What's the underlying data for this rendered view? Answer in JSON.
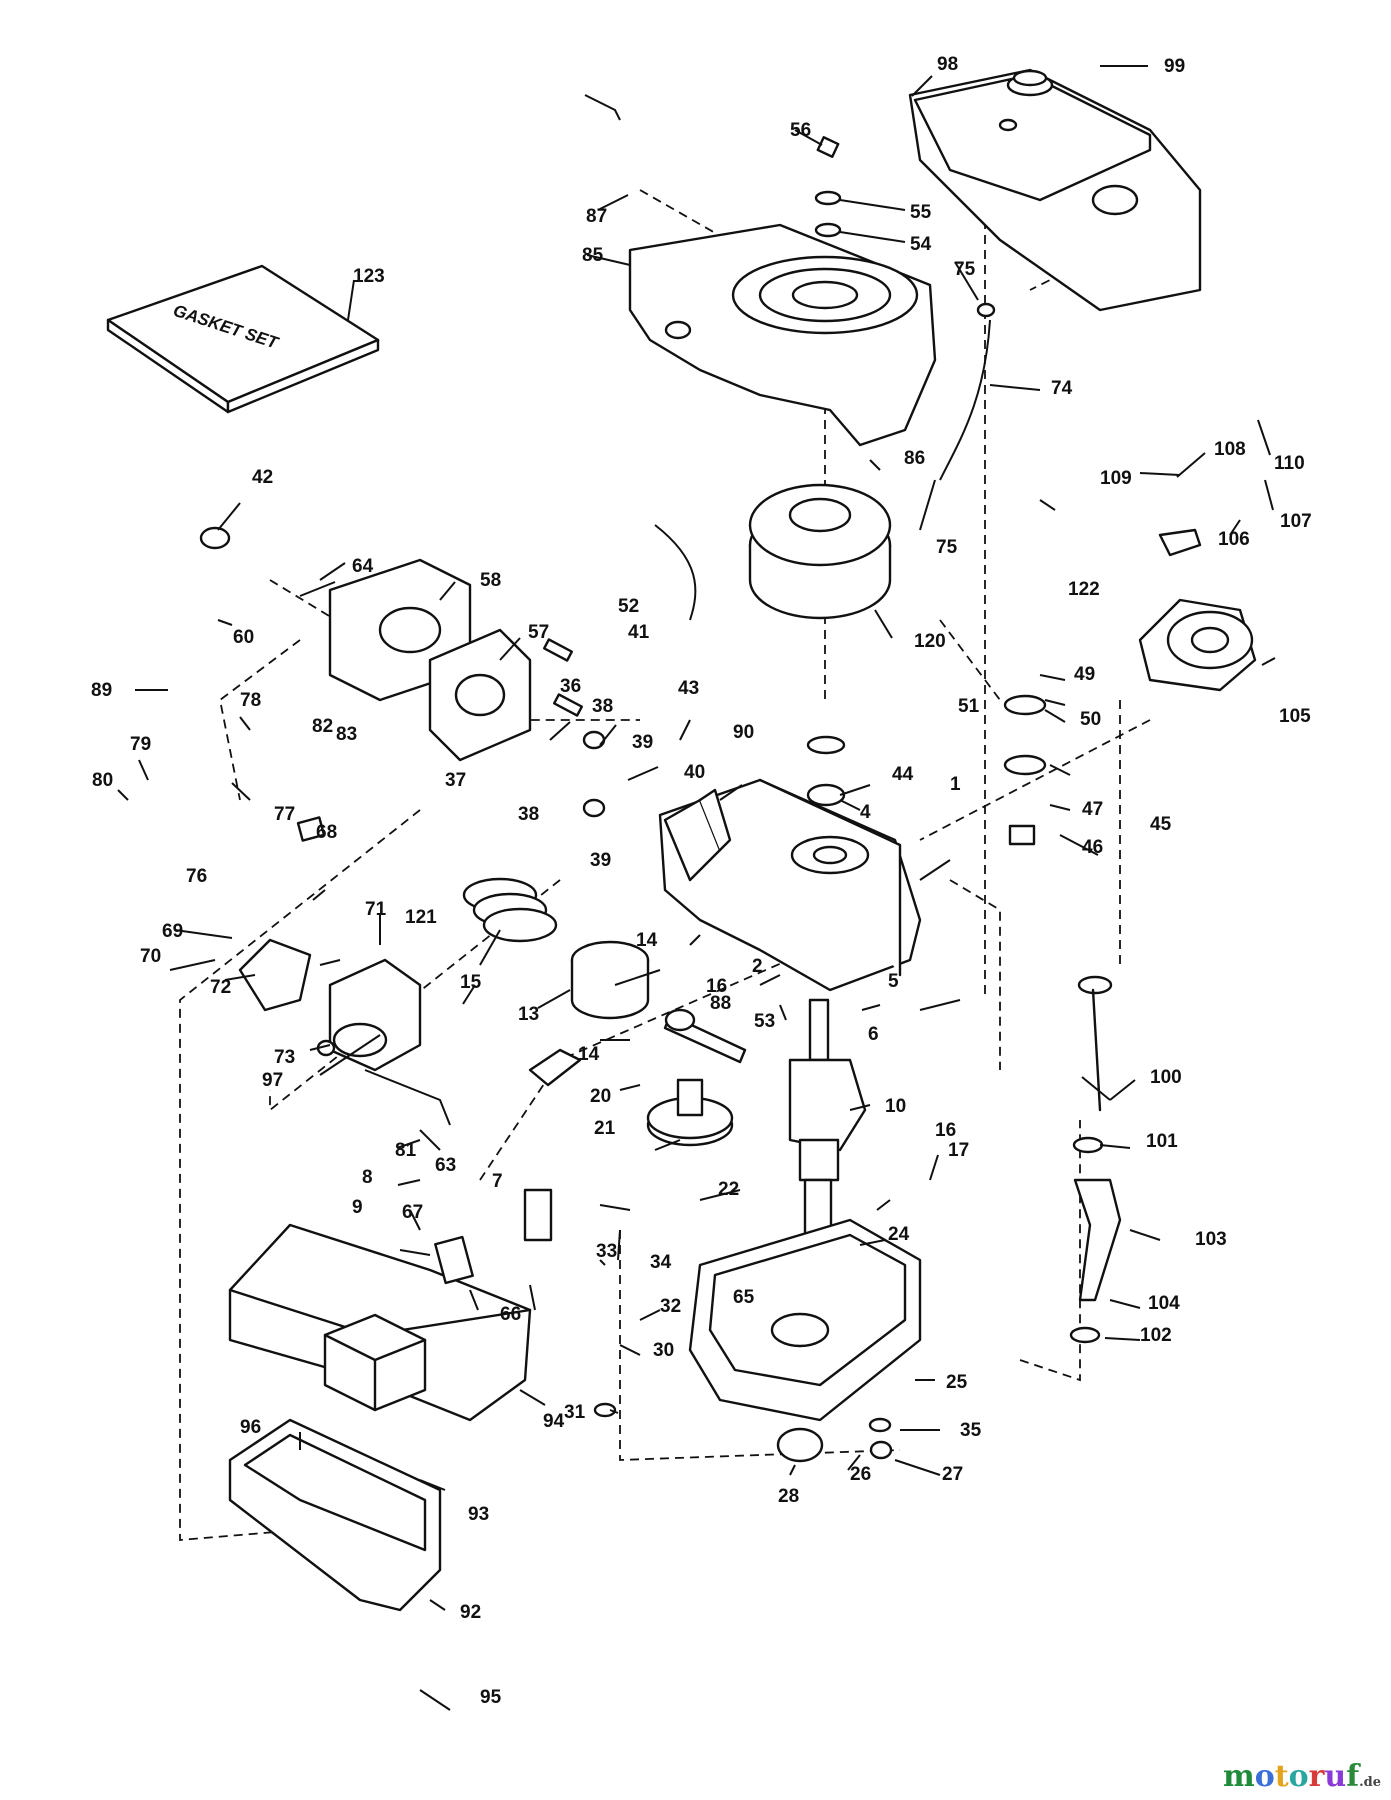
{
  "gasket_set_label": "GASKET SET",
  "callouts": [
    {
      "label": "1"
    },
    {
      "label": "2"
    },
    {
      "label": "4"
    },
    {
      "label": "5"
    },
    {
      "label": "6"
    },
    {
      "label": "7"
    },
    {
      "label": "8"
    },
    {
      "label": "9"
    },
    {
      "label": "10"
    },
    {
      "label": "13"
    },
    {
      "label": "14"
    },
    {
      "label": "14"
    },
    {
      "label": "15"
    },
    {
      "label": "16"
    },
    {
      "label": "16"
    },
    {
      "label": "17"
    },
    {
      "label": "20"
    },
    {
      "label": "21"
    },
    {
      "label": "22"
    },
    {
      "label": "24"
    },
    {
      "label": "25"
    },
    {
      "label": "26"
    },
    {
      "label": "27"
    },
    {
      "label": "28"
    },
    {
      "label": "30"
    },
    {
      "label": "31"
    },
    {
      "label": "32"
    },
    {
      "label": "33"
    },
    {
      "label": "34"
    },
    {
      "label": "35"
    },
    {
      "label": "36"
    },
    {
      "label": "37"
    },
    {
      "label": "38"
    },
    {
      "label": "38"
    },
    {
      "label": "39"
    },
    {
      "label": "39"
    },
    {
      "label": "40"
    },
    {
      "label": "41"
    },
    {
      "label": "42"
    },
    {
      "label": "43"
    },
    {
      "label": "44"
    },
    {
      "label": "45"
    },
    {
      "label": "46"
    },
    {
      "label": "47"
    },
    {
      "label": "49"
    },
    {
      "label": "50"
    },
    {
      "label": "51"
    },
    {
      "label": "52"
    },
    {
      "label": "53"
    },
    {
      "label": "54"
    },
    {
      "label": "55"
    },
    {
      "label": "56"
    },
    {
      "label": "57"
    },
    {
      "label": "58"
    },
    {
      "label": "60"
    },
    {
      "label": "63"
    },
    {
      "label": "64"
    },
    {
      "label": "65"
    },
    {
      "label": "66"
    },
    {
      "label": "67"
    },
    {
      "label": "68"
    },
    {
      "label": "69"
    },
    {
      "label": "70"
    },
    {
      "label": "71"
    },
    {
      "label": "72"
    },
    {
      "label": "73"
    },
    {
      "label": "74"
    },
    {
      "label": "75"
    },
    {
      "label": "75"
    },
    {
      "label": "76"
    },
    {
      "label": "77"
    },
    {
      "label": "78"
    },
    {
      "label": "79"
    },
    {
      "label": "80"
    },
    {
      "label": "81"
    },
    {
      "label": "82"
    },
    {
      "label": "83"
    },
    {
      "label": "85"
    },
    {
      "label": "86"
    },
    {
      "label": "87"
    },
    {
      "label": "88"
    },
    {
      "label": "89"
    },
    {
      "label": "90"
    },
    {
      "label": "92"
    },
    {
      "label": "93"
    },
    {
      "label": "94"
    },
    {
      "label": "95"
    },
    {
      "label": "96"
    },
    {
      "label": "97"
    },
    {
      "label": "98"
    },
    {
      "label": "99"
    },
    {
      "label": "100"
    },
    {
      "label": "101"
    },
    {
      "label": "102"
    },
    {
      "label": "103"
    },
    {
      "label": "104"
    },
    {
      "label": "105"
    },
    {
      "label": "106"
    },
    {
      "label": "107"
    },
    {
      "label": "108"
    },
    {
      "label": "109"
    },
    {
      "label": "110"
    },
    {
      "label": "120"
    },
    {
      "label": "121"
    },
    {
      "label": "122"
    },
    {
      "label": "123"
    }
  ],
  "watermark": {
    "letters": [
      "m",
      "o",
      "t",
      "o",
      "r",
      "u",
      "f"
    ],
    "colors": [
      "#1f8a3a",
      "#3a6fd8",
      "#e3a31c",
      "#2aa6a0",
      "#d83a3a",
      "#8a3ad8",
      "#2a8a3a"
    ],
    "suffix": ".de"
  }
}
